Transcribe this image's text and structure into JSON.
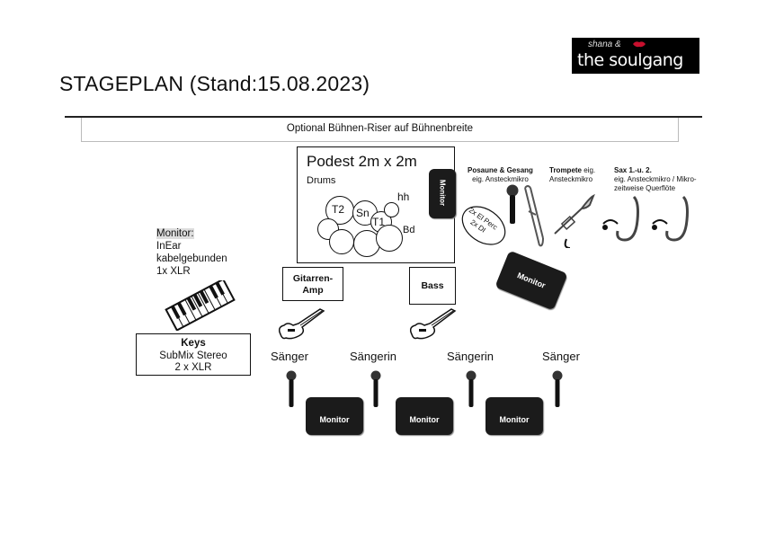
{
  "title": "STAGEPLAN (Stand:15.08.2023)",
  "logo": {
    "line1": "shana &",
    "line2": "the soulgang"
  },
  "riser": "Optional Bühnen-Riser auf Bühnenbreite",
  "podest": {
    "title": "Podest 2m x 2m",
    "drums_label": "Drums",
    "drum_labels": {
      "t2": "T2",
      "sn": "Sn",
      "t1": "T1",
      "hh": "hh",
      "bd": "Bd"
    }
  },
  "monitors": {
    "label": "Monitor"
  },
  "diag_box": {
    "line1": "2x El Perc",
    "line2": "2x DI"
  },
  "horns": [
    {
      "title": "Posaune & Gesang",
      "sub": "eig. Ansteckmikro"
    },
    {
      "title": "Trompete",
      "title_suffix": " eig.",
      "sub": "Ansteckmikro"
    },
    {
      "title": "Sax 1.-u. 2.",
      "sub": "eig. Ansteckmikro / Mikro-",
      "sub2": "zeitweise Querflöte"
    }
  ],
  "monitor_note": {
    "label": "Monitor:",
    "lines": [
      "InEar",
      "kabelgebunden",
      "1x XLR"
    ]
  },
  "amps": {
    "guitar": "Gitarren-\nAmp",
    "guitar_l1": "Gitarren-",
    "guitar_l2": "Amp",
    "bass": "Bass"
  },
  "keys": {
    "title": "Keys",
    "line1": "SubMix Stereo",
    "line2": "2 x XLR"
  },
  "singers": [
    "Sänger",
    "Sängerin",
    "Sängerin",
    "Sänger"
  ]
}
